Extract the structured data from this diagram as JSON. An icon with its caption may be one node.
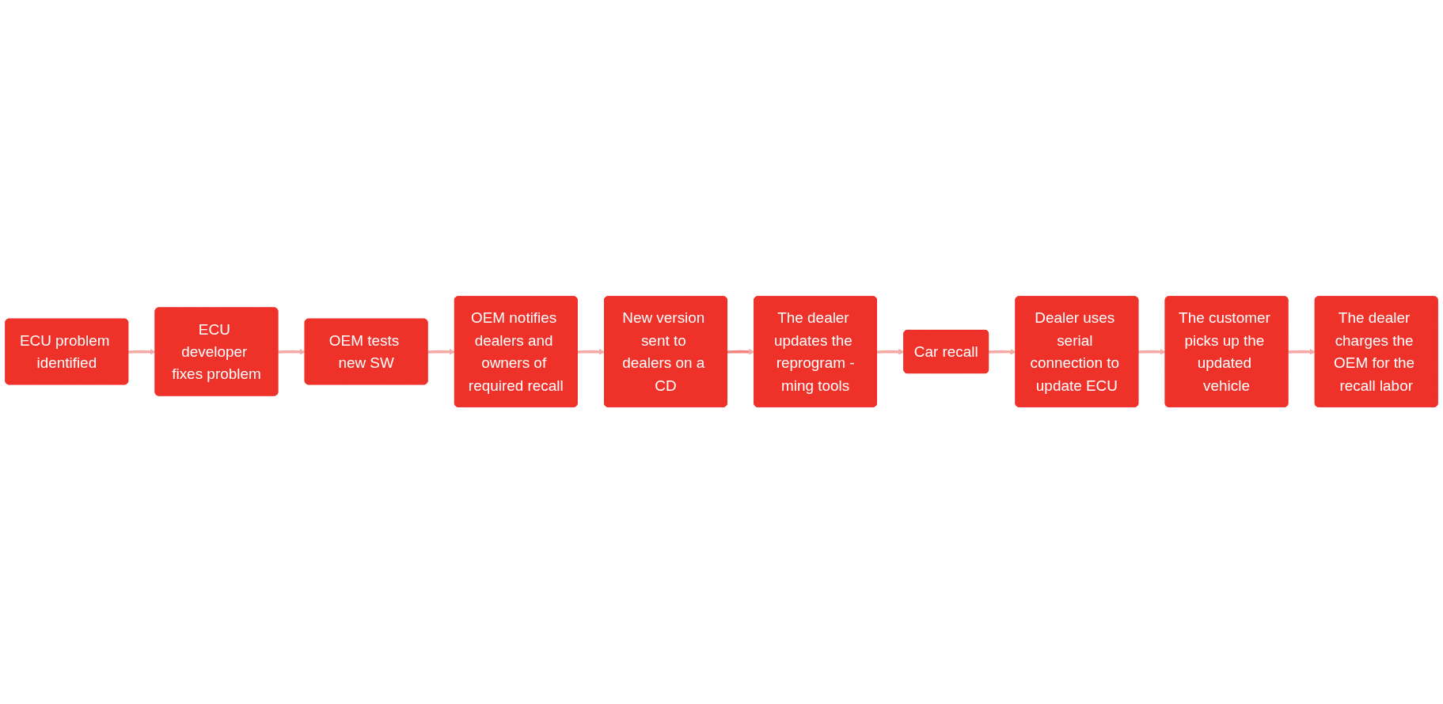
{
  "diagram": {
    "nodes": [
      {
        "text": [
          "ECU problem identified"
        ]
      },
      {
        "text": [
          "ECU developer fixes problem"
        ]
      },
      {
        "text": [
          "OEM tests new SW"
        ]
      },
      {
        "text": [
          "OEM notifies dealers and owners of required recall"
        ]
      },
      {
        "text": [
          "New version sent to dealers on a CD"
        ]
      },
      {
        "text": [
          "The dealer updates the reprogram -ming tools"
        ]
      },
      {
        "text": [
          "Car recall"
        ]
      },
      {
        "text": [
          "Dealer uses serial connection to update ECU"
        ]
      },
      {
        "text": [
          "The customer picks up the updated vehicle"
        ]
      },
      {
        "text": [
          "The dealer charges the OEM for the recall labor"
        ]
      }
    ],
    "edges": [
      {
        "from": 0,
        "to": 1,
        "arrow": "to"
      },
      {
        "from": 1,
        "to": 2,
        "arrow": "to"
      },
      {
        "from": 2,
        "to": 3,
        "arrow": "to"
      },
      {
        "from": 3,
        "to": 4,
        "arrow": "to"
      },
      {
        "from": 4,
        "to": 5,
        "arrow": "to",
        "color": "#f4857e"
      },
      {
        "from": 5,
        "to": 6,
        "arrow": "to"
      },
      {
        "from": 6,
        "to": 7,
        "arrow": "to"
      },
      {
        "from": 7,
        "to": 8,
        "arrow": "to"
      },
      {
        "from": 8,
        "to": 9,
        "arrow": "to"
      }
    ]
  }
}
